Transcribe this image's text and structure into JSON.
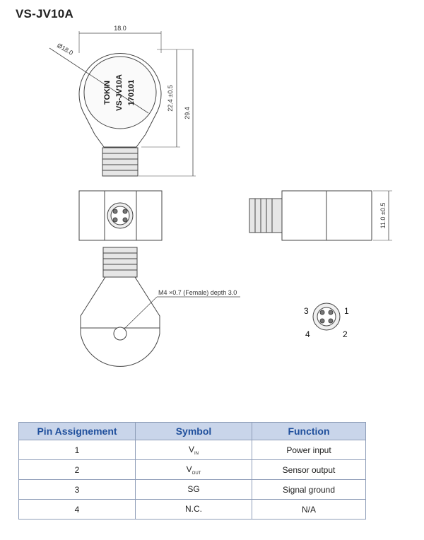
{
  "title": "VS-JV10A",
  "drawing": {
    "dim_width": "18.0",
    "dim_diameter": "Ø18.0",
    "dim_hole_height": "22.4 ±0.5",
    "dim_total_height": "29.4",
    "dim_side_height": "11.0 ±0.5",
    "thread_note": "M4 ×0.7 (Female) depth 3.0",
    "marking_lines": [
      "TOKIN",
      "VS-JV10A",
      "170101"
    ],
    "pin_numbers": [
      "3",
      "1",
      "4",
      "2"
    ]
  },
  "table": {
    "headers": [
      "Pin Assignement",
      "Symbol",
      "Function"
    ],
    "rows": [
      {
        "pin": "1",
        "symbol": "V",
        "symbol_sub": "IN",
        "function": "Power input"
      },
      {
        "pin": "2",
        "symbol": "V",
        "symbol_sub": "OUT",
        "function": "Sensor output"
      },
      {
        "pin": "3",
        "symbol": "SG",
        "symbol_sub": "",
        "function": "Signal ground"
      },
      {
        "pin": "4",
        "symbol": "N.C.",
        "symbol_sub": "",
        "function": "N/A"
      }
    ]
  },
  "colors": {
    "header_bg": "#c9d5ea",
    "header_text": "#1f4f9c",
    "line": "#444444"
  }
}
